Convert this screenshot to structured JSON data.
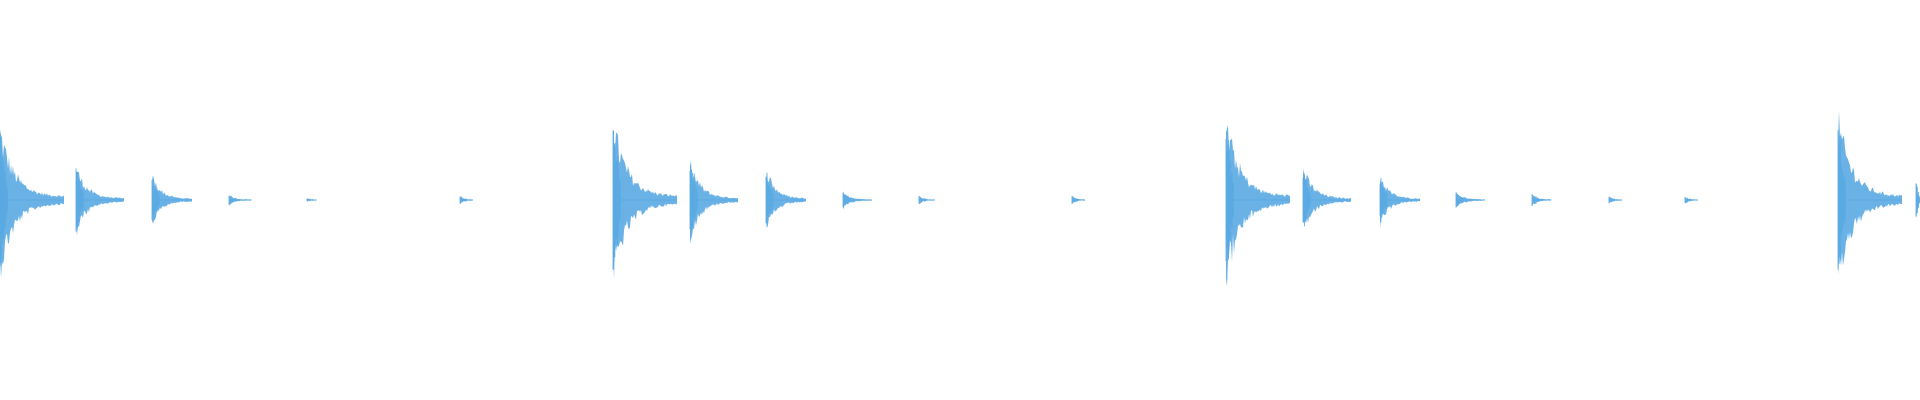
{
  "waveform": {
    "color": "#5aa9e2",
    "background": "#ffffff",
    "duration_s": 1920,
    "amp_range": [
      -1,
      1
    ],
    "transients": [
      {
        "t": 0,
        "peak": 0.85,
        "decay": 40
      },
      {
        "t": 76,
        "peak": 0.4,
        "decay": 30
      },
      {
        "t": 152,
        "peak": 0.3,
        "decay": 25
      },
      {
        "t": 229,
        "peak": 0.06,
        "decay": 14
      },
      {
        "t": 307,
        "peak": 0.02,
        "decay": 6
      },
      {
        "t": 460,
        "peak": 0.05,
        "decay": 8
      },
      {
        "t": 613,
        "peak": 0.94,
        "decay": 40
      },
      {
        "t": 690,
        "peak": 0.45,
        "decay": 30
      },
      {
        "t": 766,
        "peak": 0.4,
        "decay": 25
      },
      {
        "t": 843,
        "peak": 0.1,
        "decay": 18
      },
      {
        "t": 919,
        "peak": 0.05,
        "decay": 10
      },
      {
        "t": 1072,
        "peak": 0.05,
        "decay": 8
      },
      {
        "t": 1226,
        "peak": 0.96,
        "decay": 40
      },
      {
        "t": 1303,
        "peak": 0.38,
        "decay": 30
      },
      {
        "t": 1380,
        "peak": 0.3,
        "decay": 25
      },
      {
        "t": 1456,
        "peak": 0.1,
        "decay": 18
      },
      {
        "t": 1532,
        "peak": 0.08,
        "decay": 12
      },
      {
        "t": 1609,
        "peak": 0.04,
        "decay": 8
      },
      {
        "t": 1685,
        "peak": 0.04,
        "decay": 8
      },
      {
        "t": 1838,
        "peak": 0.98,
        "decay": 40
      },
      {
        "t": 1916,
        "peak": 0.3,
        "decay": 4
      }
    ]
  }
}
